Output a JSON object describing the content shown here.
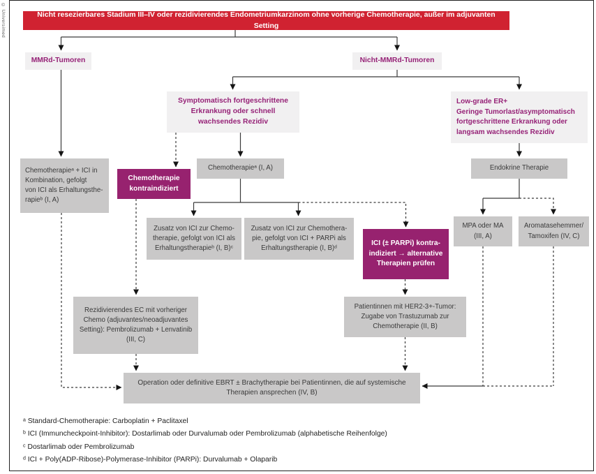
{
  "copyright": "© Universimed",
  "banner": "Nicht resezierbares Stadium III–IV oder rezidivierendes Endometriumkarzinom ohne vorherige Chemotherapie, außer im adjuvanten Setting",
  "nodes": {
    "mmrd": "MMRd-Tumoren",
    "nicht_mmrd": "Nicht-MMRd-Tumoren",
    "symptomatisch": "Symptomatisch fortgeschrittene\nErkrankung oder schnell\nwachsendes Rezidiv",
    "low_grade": "Low-grade ER+\nGeringe Tumorlast/asymptomatisch\nfortgeschrittene Erkrankung oder\nlangsam wachsendes Rezidiv",
    "chemo_ici": "Chemotherapieᵃ + ICI in\nKombination, gefolgt\nvon ICI als Erhaltungsthe-\nrapieᵇ (I, A)",
    "chemo_kontra": "Chemotherapie\nkontraindiziert",
    "chemo_ia": "Chemotherapieᵃ (I, A)",
    "endokrin": "Endokrine Therapie",
    "zusatz_ici": "Zusatz von ICI zur Chemo-\ntherapie, gefolgt von ICI als\nErhaltungstherapieᵇ (I, B)ᶜ",
    "zusatz_ici_parpi": "Zusatz von ICI zur Chemothera-\npie, gefolgt von ICI + PARPi als\nErhaltungstherapie (I, B)ᵈ",
    "ici_kontra": "ICI (± PARPi) kontra-\nindiziert → alternative\nTherapien prüfen",
    "mpa": "MPA oder MA\n(III, A)",
    "aromatase": "Aromatasehemmer/\nTamoxifen (IV, C)",
    "rezidiv_ec": "Rezidivierendes EC mit vorheriger\nChemo (adjuvantes/neoadjuvantes\nSetting): Pembrolizumab + Lenvatinib\n(III, C)",
    "her2": "Patientinnen mit HER2-3+-Tumor:\nZugabe von Trastuzumab zur\nChemotherapie (II, B)",
    "operation": "Operation oder definitive EBRT ± Brachytherapie bei Patientinnen, die auf systemische\nTherapien ansprechen (IV, B)"
  },
  "footnotes": [
    "ᵃ Standard-Chemotherapie: Carboplatin + Paclitaxel",
    "ᵇ ICI (Immuncheckpoint-Inhibitor): Dostarlimab oder Durvalumab oder Pembrolizumab (alphabetische Reihenfolge)",
    "ᶜ Dostarlimab oder Pembrolizumab",
    "ᵈ ICI + Poly(ADP-Ribose)-Polymerase-Inhibitor (PARPi): Durvalumab + Olaparib"
  ],
  "colors": {
    "banner_red": "#d02231",
    "magenta_box": "#97226f",
    "purple_text": "#962277",
    "box_gray": "#c9c8c8",
    "box_light": "#f1f0f1",
    "line": "#3a3a3a"
  }
}
